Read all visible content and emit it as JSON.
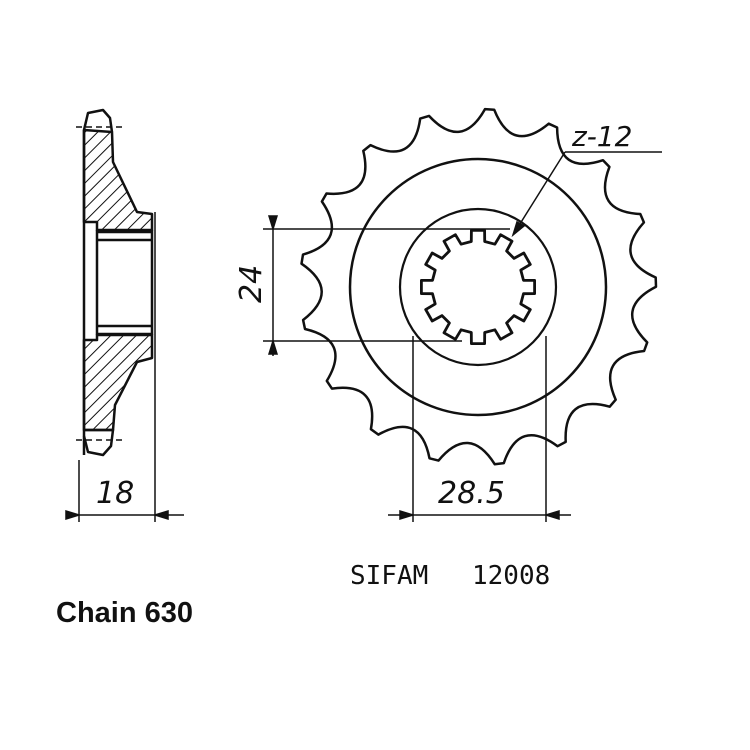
{
  "dimensions": {
    "tooth_count_label": "z-12",
    "bore_height": "24",
    "spline_width": "28.5",
    "side_width": "18"
  },
  "caption": {
    "brand": "SIFAM",
    "part_number": "12008",
    "chain": "Chain 630"
  },
  "geometry": {
    "outer_teeth": 17,
    "spline_teeth": 12
  },
  "colors": {
    "ink": "#111111",
    "paper": "#ffffff"
  }
}
